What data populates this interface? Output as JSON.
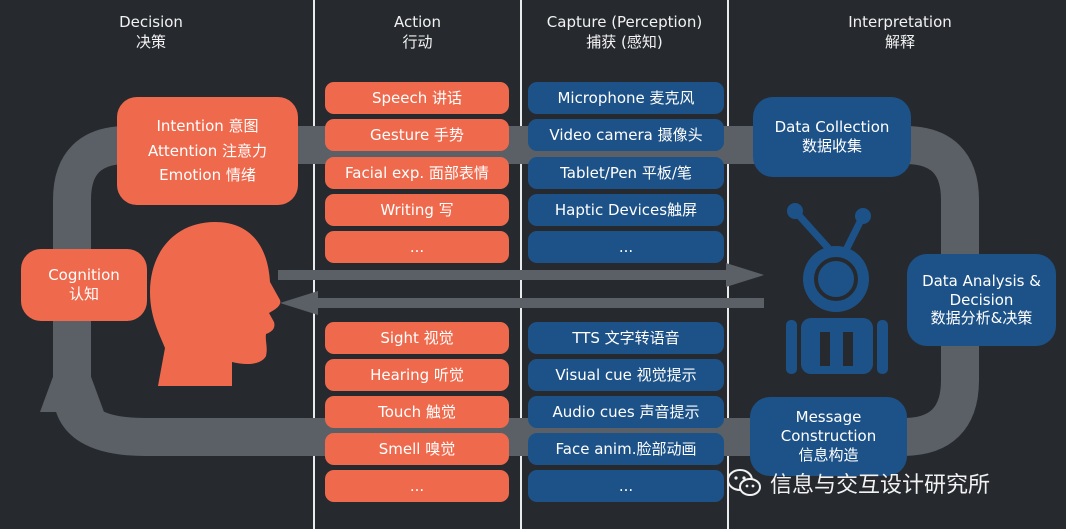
{
  "columns": {
    "decision": {
      "en": "Decision",
      "zh": "决策"
    },
    "action": {
      "en": "Action",
      "zh": "行动"
    },
    "capture": {
      "en": "Capture (Perception)",
      "zh": "捕获 (感知)"
    },
    "interpretation": {
      "en": "Interpretation",
      "zh": "解释"
    }
  },
  "human": {
    "intent_box": [
      "Intention 意图",
      "Attention 注意力",
      "Emotion 情绪"
    ],
    "cognition": {
      "en": "Cognition",
      "zh": "认知"
    }
  },
  "action_outputs": [
    "Speech 讲话",
    "Gesture 手势",
    "Facial exp. 面部表情",
    "Writing 写",
    "..."
  ],
  "action_inputs": [
    "Sight 视觉",
    "Hearing 听觉",
    "Touch 触觉",
    "Smell 嗅觉",
    "..."
  ],
  "capture_devices": [
    "Microphone 麦克风",
    "Video camera 摄像头",
    "Tablet/Pen 平板/笔",
    "Haptic Devices触屏",
    "..."
  ],
  "output_modalities": [
    "TTS 文字转语音",
    "Visual cue 视觉提示",
    "Audio cues 声音提示",
    "Face anim.脸部动画",
    "..."
  ],
  "machine": {
    "data_collection": {
      "en": "Data Collection",
      "zh": "数据收集"
    },
    "data_analysis": {
      "en1": "Data Analysis &",
      "en2": "Decision",
      "zh": "数据分析&决策"
    },
    "message_construction": {
      "en1": "Message",
      "en2": "Construction",
      "zh": "信息构造"
    }
  },
  "icons": {
    "head": "human-head-icon",
    "robot": "robot-icon",
    "wechat": "wechat-icon"
  },
  "colors": {
    "background": "#262a2f",
    "human": "#ef6a4d",
    "machine": "#1d5288",
    "loop": "#5b6066",
    "divider": "#e9eaeb"
  },
  "watermark": "信息与交互设计研究所"
}
